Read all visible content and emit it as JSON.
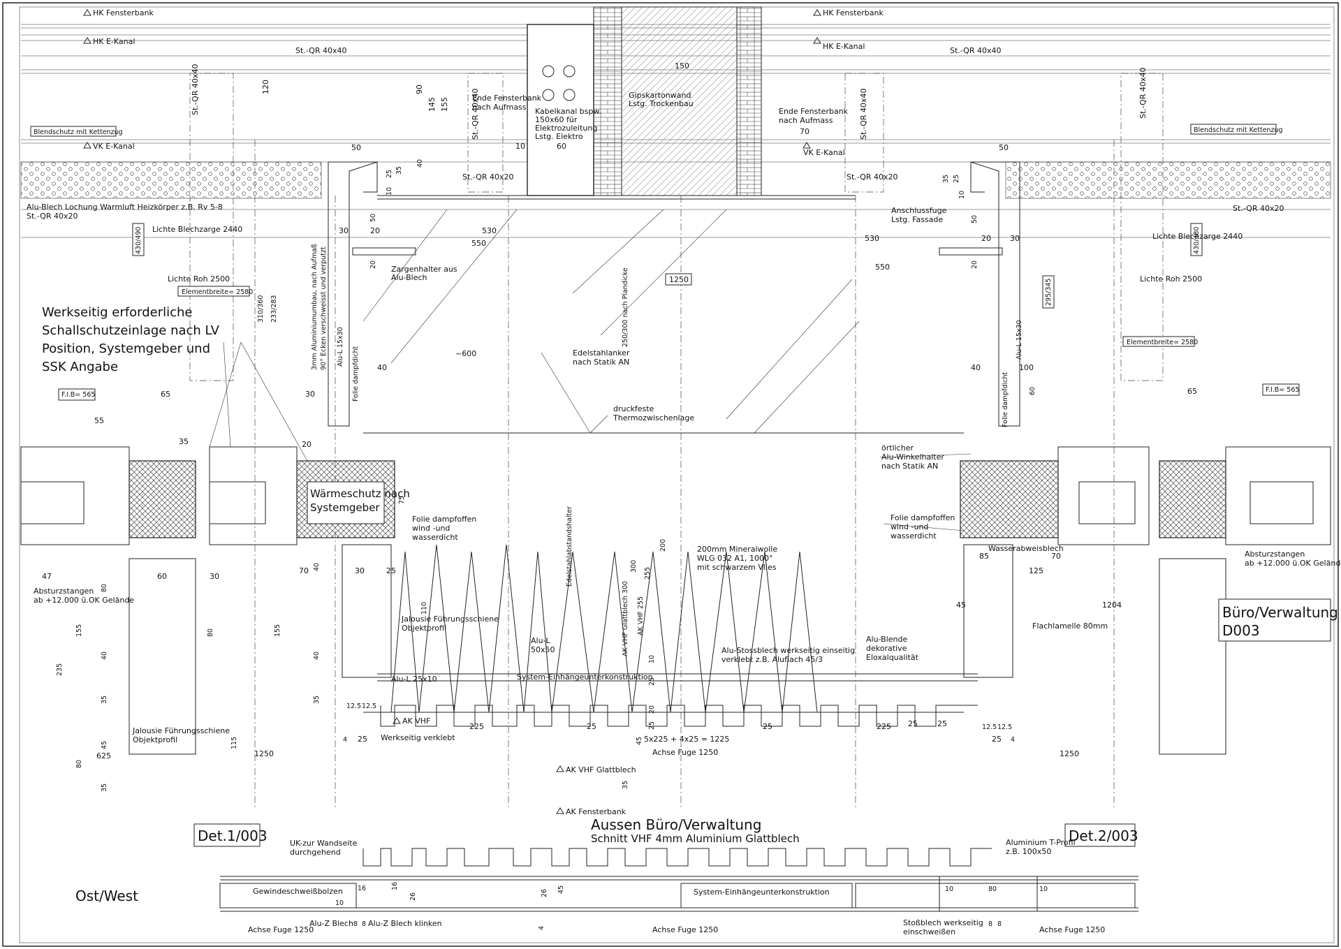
{
  "levels": {
    "hk_fensterbank_left": "HK Fensterbank",
    "hk_fensterbank_right": "HK Fensterbank",
    "hk_ekanal_left": "HK E-Kanal",
    "hk_ekanal_right": "HK E-Kanal",
    "vk_ekanal_left": "VK E-Kanal",
    "vk_ekanal_right": "VK E-Kanal",
    "ak_vhf": "AK VHF",
    "ak_vhf_glattblech": "AK VHF Glattblech",
    "ak_fensterbank": "AK Fensterbank"
  },
  "labels": {
    "st_qr_40x40_left": "St.-QR 40x40",
    "st_qr_40x40_right": "St.-QR 40x40",
    "st_qr_40x40_vert_1": "St.-QR 40x40",
    "st_qr_40x40_vert_2": "St.-QR 40x40",
    "st_qr_40x40_vert_3": "St.-QR 40x40",
    "st_qr_40x40_vert_4": "St.-QR 40x40",
    "st_qr_40x20_mid_left": "St.-QR 40x20",
    "st_qr_40x20_mid_right": "St.-QR 40x20",
    "st_qr_40x20_left": "St.-QR 40x20",
    "st_qr_40x20_right": "St.-QR 40x20",
    "blendschutz_left": "Blendschutz mit Kettenzug",
    "blendschutz_right": "Blendschutz mit Kettenzug",
    "alu_blech_lochung": "Alu-Blech Lochung Warmluft Heizkörper z.B. Rv 5-8",
    "lichte_blechzarge_left": "Lichte Blechzarge 2440",
    "lichte_blechzarge_right": "Lichte Blechzarge 2440",
    "lichte_roh_left": "Lichte Roh 2500",
    "lichte_roh_right": "Lichte Roh 2500",
    "elementbreite_left": "Elementbreite= 2580",
    "elementbreite_right": "Elementbreite= 2580",
    "schallschutz_1": "Werkseitig erforderliche",
    "schallschutz_2": "Schallschutzeinlage nach LV",
    "schallschutz_3": "Position, Systemgeber und",
    "schallschutz_4": "SSK Angabe",
    "ende_fensterbank_left_1": "Ende Fensterbank",
    "ende_fensterbank_left_2": "nach Aufmass",
    "ende_fensterbank_right_1": "Ende Fensterbank",
    "ende_fensterbank_right_2": "nach Aufmass",
    "kabelkanal_1": "Kabelkanal bspw.",
    "kabelkanal_2": "150x60 für",
    "kabelkanal_3": "Elektrozuleitung",
    "kabelkanal_4": "Lstg. Elektro",
    "gipskarton_1": "Gipskartonwand",
    "gipskarton_2": "Lstg. Trockenbau",
    "anschlussfuge_1": "Anschlussfuge",
    "anschlussfuge_2": "Lstg. Fassade",
    "zargenhalter_1": "Zargenhalter aus",
    "zargenhalter_2": "Alu-Blech",
    "aluminiumumbau_1": "3mm Aluminiumumbau, nach Aufmaß",
    "aluminiumumbau_2": "90° Ecken verschweisst und verputzt",
    "alu_l_15x30_left": "Alu-L 15x30",
    "alu_l_15x30_right": "Alu-L 15x30",
    "folie_dampfdicht_left": "Folie dampfdicht",
    "folie_dampfdicht_right": "Folie dampfdicht",
    "nach_plandicke": "250/300 nach Plandicke",
    "edelstahlanker_1": "Edelstahlanker",
    "edelstahlanker_2": "nach Statik AN",
    "druckfeste_1": "druckfeste",
    "druckfeste_2": "Thermozwischenlage",
    "oertlicher_1": "örtlicher",
    "oertlicher_2": "Alu-Winkelhalter",
    "oertlicher_3": "nach Statik AN",
    "waermeschutz_1": "Wärmeschutz nach",
    "waermeschutz_2": "Systemgeber",
    "folie_left_1": "Folie dampfoffen",
    "folie_left_2": "wind -und",
    "folie_left_3": "wasserdicht",
    "folie_right_1": "Folie dampfoffen",
    "folie_right_2": "wind -und",
    "folie_right_3": "wasserdicht",
    "wasserabweisblech": "Wasserabweisblech",
    "absturz_left_1": "Absturzstangen",
    "absturz_left_2": "ab +12.000 ü.OK Gelände",
    "absturz_right_1": "Absturzstangen",
    "absturz_right_2": "ab +12.000 ü.OK Gelände",
    "edelstahl_abstand": "Edelstahlabstandshalter",
    "mineralwolle_1": "200mm Mineralwolle",
    "mineralwolle_2": "WLG 032 A1, 1000°",
    "mineralwolle_3": "mit schwarzem Vlies",
    "ak_vhf_glattblech_300": "AK VHF Glattblech 300",
    "ak_vhf_255": "AK VHF 255",
    "jalousie_mid_1": "Jalousie Führungsschiene",
    "jalousie_mid_2": "Objektprofil",
    "jalousie_low_1": "Jalousie Führungsschiene",
    "jalousie_low_2": "Objektprofil",
    "alu_l_50x50_1": "Alu-L",
    "alu_l_50x50_2": "50x50",
    "alu_stossblech_1": "Alu-Stossblech werkseitig einseitig",
    "alu_stossblech_2": "verklebt z.B. Aluflach 45/3",
    "alu_blende_1": "Alu-Blende",
    "alu_blende_2": "dekorative",
    "alu_blende_3": "Eloxalqualität",
    "flachlamelle": "Flachlamelle 80mm",
    "alu_l_25x10": "Alu-L 25x10",
    "system_einhaenge_top": "System-Einhängeunterkonstruktion",
    "system_einhaenge_bottom": "System-Einhängeunterkonstruktion",
    "werkseitig_verklebt": "Werkseitig verklebt",
    "achse_fuge_mid": "Achse Fuge 1250",
    "achse_fuge_b1": "Achse Fuge 1250",
    "achse_fuge_b2": "Achse Fuge 1250",
    "achse_fuge_b3": "Achse Fuge 1250",
    "uk_wandseite_1": "UK-zur Wandseite",
    "uk_wandseite_2": "durchgehend",
    "gewindeschweiss": "Gewindeschweißbolzen",
    "alu_z_blech": "Alu-Z Blech",
    "alu_z_blech_klinken": "Alu-Z Blech klinken",
    "aluminium_t_profil_1": "Aluminium T-Profil",
    "aluminium_t_profil_2": "z.B. 100x50",
    "stossblech_1": "Stoßblech werkseitig",
    "stossblech_2": "einschweißen"
  },
  "titles": {
    "room_1": "Büro/Verwaltung",
    "room_2": "D003",
    "section_1": "Aussen Büro/Verwaltung",
    "section_2": "Schnitt VHF 4mm Aluminium Glattblech",
    "det1": "Det.1/003",
    "det2": "Det.2/003",
    "orientation": "Ost/West"
  },
  "dims": {
    "d150": "150",
    "d90": "90",
    "d145": "145",
    "d155": "155",
    "d120": "120",
    "d50_l": "50",
    "d50_r": "50",
    "d60": "60",
    "d10": "10",
    "d70": "70",
    "d35_l": "35",
    "d40_l": "40",
    "d25_l": "25",
    "d10_l": "10",
    "d35_r": "35",
    "d25_r": "25",
    "d10_r": "10",
    "d530_l": "530",
    "d550_l": "550",
    "d530_r": "530",
    "d550_r": "550",
    "d30_l": "30",
    "d20_l": "20",
    "d20_l2": "20",
    "d30_r": "30",
    "d20_r": "20",
    "d20_r2": "20",
    "d50_lv": "50",
    "d50_rv": "50",
    "d1250_top": "1250",
    "d430_l": "430/490",
    "d430_r": "430/480",
    "d295": "295/345",
    "d310": "310/360",
    "d233": "233/283",
    "d600": "~600",
    "d40_c": "40",
    "d40_r": "40",
    "d100": "100",
    "fib_l": "F.I.B= 565",
    "fib_r": "F.I.B= 565",
    "d65_l": "65",
    "d55": "55",
    "d35_b": "35",
    "d30_m": "30",
    "d20_m": "20",
    "d65_r": "65",
    "d60_r": "60",
    "d47": "47",
    "d60_b": "60",
    "d30_b": "30",
    "d70_b": "70",
    "d30_c": "30",
    "d25_c": "25",
    "d80_a": "80",
    "d155_a": "155",
    "d40_a": "40",
    "d235": "235",
    "d35_a": "35",
    "d45_a": "45",
    "d625": "625",
    "d80_b": "80",
    "d35_c": "35",
    "d115": "115",
    "d80_c": "80",
    "d155_b": "155",
    "d40_b": "40",
    "d40_c2": "40",
    "d35_d": "35",
    "d75": "75",
    "d110": "110",
    "d300": "300",
    "d255": "255",
    "d200": "200",
    "d10_v": "10",
    "d25_v": "25",
    "d20_v": "20",
    "d25_v2": "25",
    "d85": "85",
    "d70_r": "70",
    "d125": "125",
    "d45_r": "45",
    "d1204": "1204",
    "d12_5a": "12.5",
    "d12_5b": "12.5",
    "d12_5c": "12.5",
    "d12_5d": "12.5",
    "d225_a": "225",
    "d25_a": "25",
    "d25_b": "25",
    "d225_b": "225",
    "d25_c2": "25",
    "d25_d": "25",
    "d4_a": "4",
    "d25_e": "25",
    "d45_m": "45",
    "d5x225": "5x225 + 4x25 = 1225",
    "d25_f": "25",
    "d4_b": "4",
    "d1250_l": "1250",
    "d1250_r": "1250",
    "d35_m": "35",
    "d16_a": "16",
    "d10_b": "10",
    "d16_b": "16",
    "d26_a": "26",
    "d26_b": "26",
    "d45_b": "45",
    "d8a": "8",
    "d8b": "8",
    "d4_c": "4",
    "d10_c": "10",
    "d80_d": "80",
    "d10_d": "10",
    "d8c": "8",
    "d8d": "8"
  }
}
